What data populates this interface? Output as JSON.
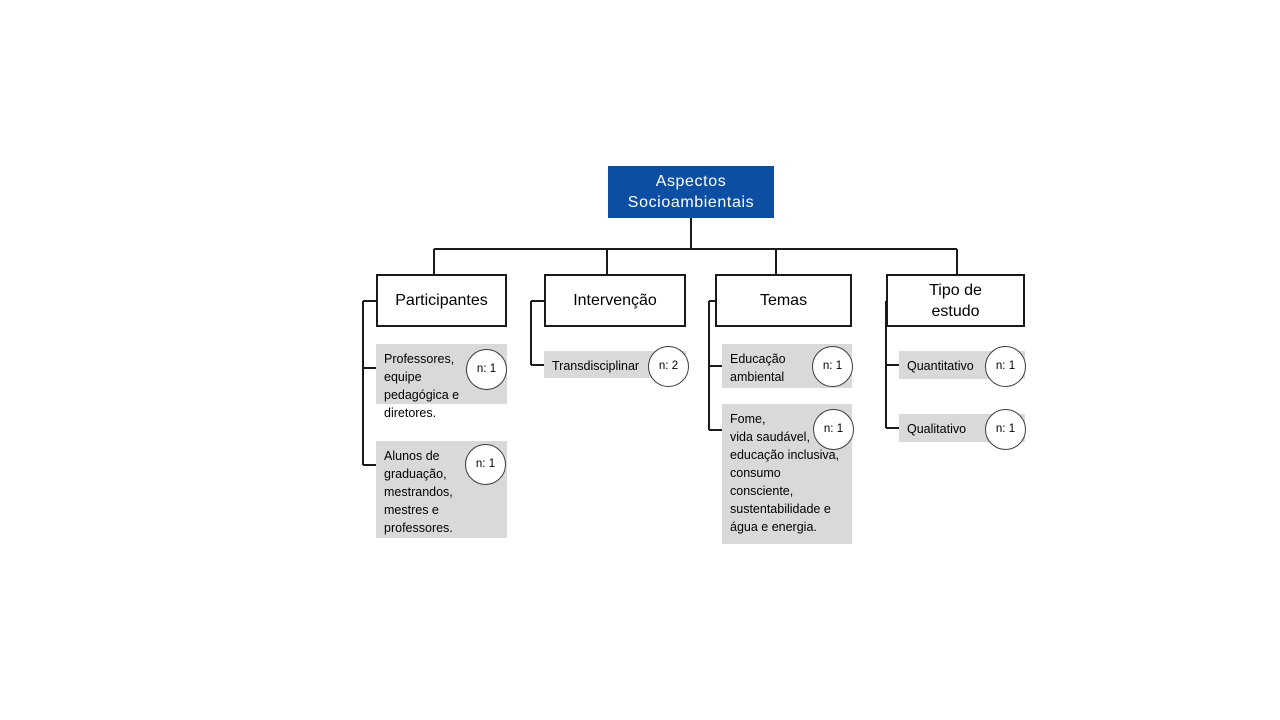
{
  "diagram": {
    "title": "Aspectos Socioambientais",
    "colors": {
      "root_fill": "#0b4ea2",
      "root_text": "#ffffff",
      "box_border": "#1a1a1a",
      "leaf_fill": "#d9d9d9",
      "badge_border": "#3c3c3c",
      "connector": "#1a1a1a",
      "background": "#ffffff"
    },
    "root": {
      "line1": "Aspectos",
      "line2": "Socioambientais"
    },
    "categories": [
      {
        "id": "participantes",
        "line1": "Participantes",
        "line2": "",
        "children": [
          {
            "text": "Professores,\nequipe\npedagógica e\ndiretores.",
            "badge": "n: 1"
          },
          {
            "text": "Alunos de\ngraduação,\nmestrandos,\nmestres e\nprofessores.",
            "badge": "n: 1"
          }
        ]
      },
      {
        "id": "intervencao",
        "line1": "Intervenção",
        "line2": "",
        "children": [
          {
            "text": "Transdisciplinar",
            "badge": "n: 2"
          }
        ]
      },
      {
        "id": "temas",
        "line1": "Temas",
        "line2": "",
        "children": [
          {
            "text": "Educação\nambiental",
            "badge": "n: 1"
          },
          {
            "text": "Fome,\nvida saudável,\neducação inclusiva,\nconsumo\nconsciente,\nsustentabilidade e\nágua e energia.",
            "badge": "n: 1"
          }
        ]
      },
      {
        "id": "tipo-de-estudo",
        "line1": "Tipo de",
        "line2": "estudo",
        "children": [
          {
            "text": "Quantitativo",
            "badge": "n: 1"
          },
          {
            "text": "Qualitativo",
            "badge": "n: 1"
          }
        ]
      }
    ]
  }
}
